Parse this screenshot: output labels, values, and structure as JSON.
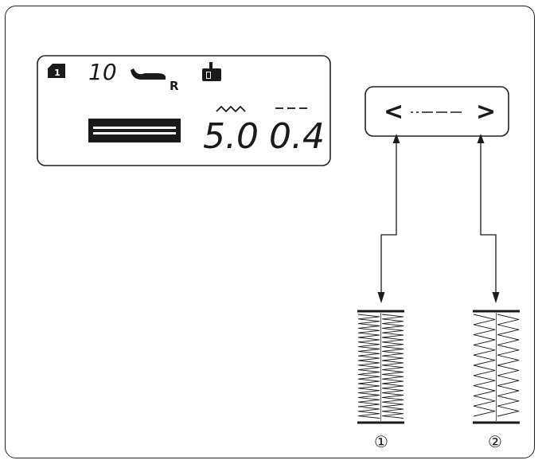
{
  "lcd": {
    "pattern_number": "10",
    "foot_letter": "R",
    "stitch_width": "5.0",
    "stitch_length": "0.4",
    "width_indicator": "~~~",
    "length_indicator": "---"
  },
  "key_panel": {
    "left_key": "<",
    "right_key": ">",
    "center_label": "----"
  },
  "samples": [
    {
      "label": "①",
      "density": "dense"
    },
    {
      "label": "②",
      "density": "coarse"
    }
  ]
}
